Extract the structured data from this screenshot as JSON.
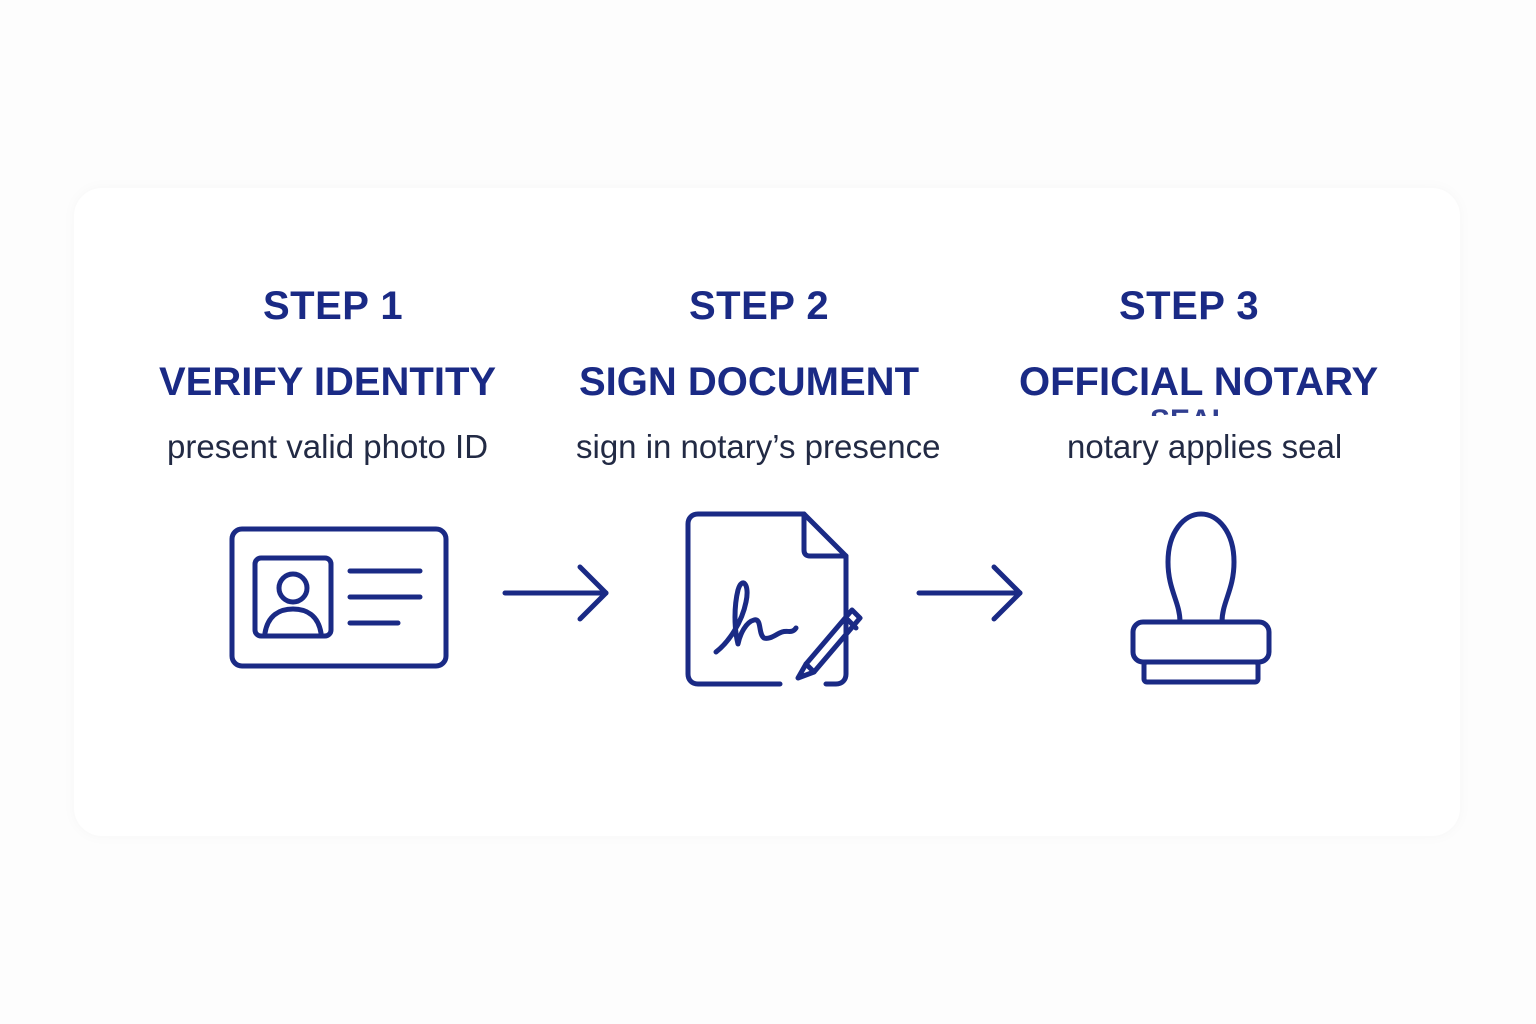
{
  "colors": {
    "accent": "#1a2a85",
    "text": "#222a44",
    "background": "#fdfdfd",
    "card": "#ffffff"
  },
  "steps": [
    {
      "number_label": "STEP 1",
      "title": "VERIFY IDENTITY",
      "description": "present valid photo ID",
      "icon": "id-card-icon"
    },
    {
      "number_label": "STEP 2",
      "title": "SIGN DOCUMENT",
      "description": "sign in notary’s presence",
      "icon": "signed-document-icon"
    },
    {
      "number_label": "STEP 3",
      "title": "OFFICIAL NOTARY",
      "title_overflow": "SEAL",
      "description": "notary applies seal",
      "icon": "notary-stamp-icon"
    }
  ],
  "connectors": [
    {
      "icon": "arrow-right-icon"
    },
    {
      "icon": "arrow-right-icon"
    }
  ]
}
